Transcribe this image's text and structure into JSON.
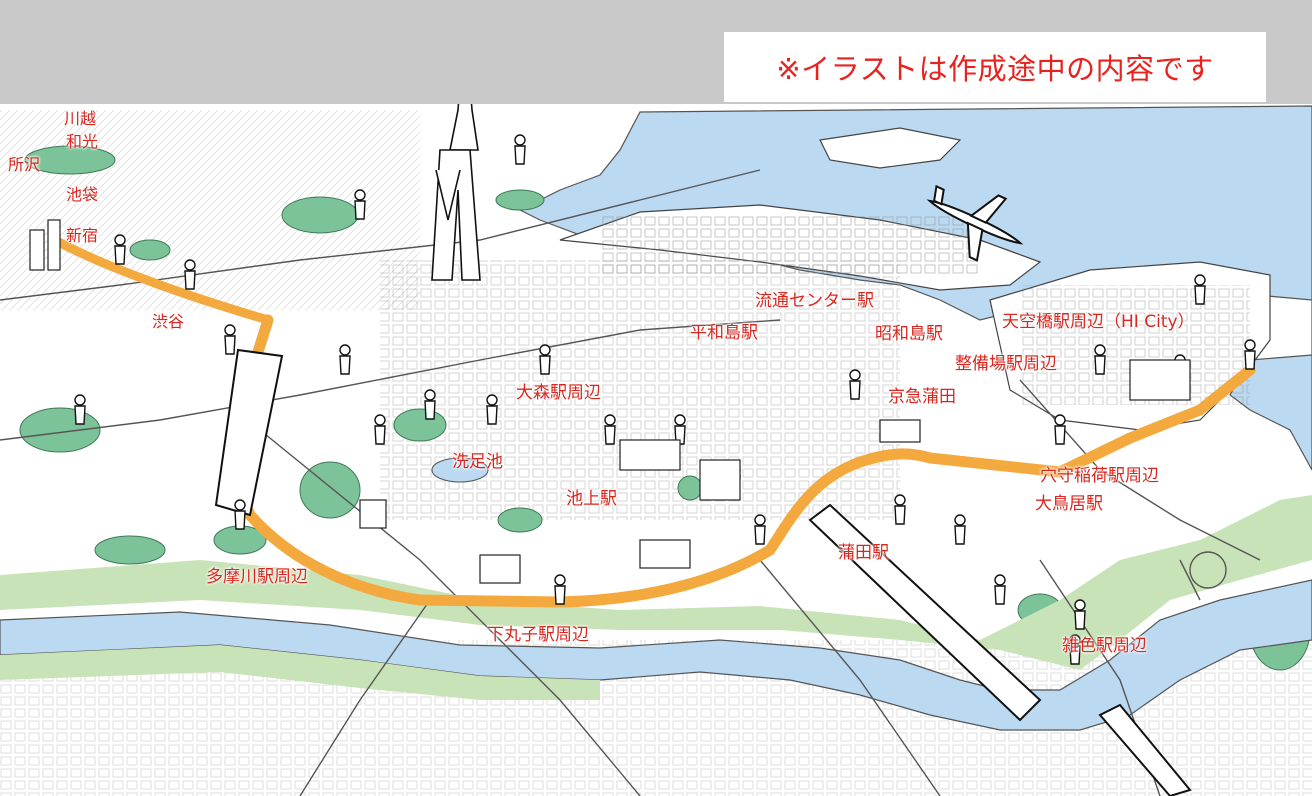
{
  "notice": "※イラストは作成途中の内容です",
  "labels": {
    "kawagoe": "川越",
    "wako": "和光",
    "tokorozawa": "所沢",
    "ikebukuro": "池袋",
    "shinjuku": "新宿",
    "shibuya": "渋谷",
    "heiwajima": "平和島駅",
    "ryutsu_center": "流通センター駅",
    "showajima": "昭和島駅",
    "tenkubashi": "天空橋駅周辺（HI City）",
    "seibijo": "整備場駅周辺",
    "omori": "大森駅周辺",
    "keikyu_kamata": "京急蒲田",
    "senzokuike": "洗足池",
    "ikegami": "池上駅",
    "anamori_inari": "穴守稲荷駅周辺",
    "otorii": "大鳥居駅",
    "kamata": "蒲田駅",
    "tamagawa": "多摩川駅周辺",
    "shimomaruko": "下丸子駅周辺",
    "zoshiki": "雑色駅周辺"
  },
  "colors": {
    "water": "#bcd9f2",
    "park": "#7cc39a",
    "riverbank": "#c9e3b8",
    "route": "#f4a93f",
    "label_red": "#d9271f",
    "notice_red": "#e8231f",
    "band": "#c9c9c9"
  },
  "icons": [
    "tower-icon",
    "airplane-icon",
    "train-icon"
  ]
}
